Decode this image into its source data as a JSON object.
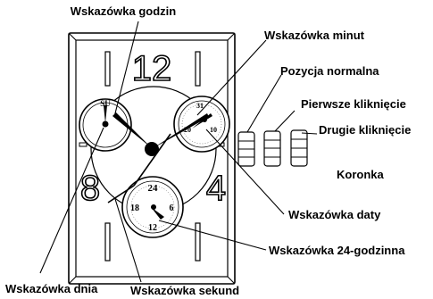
{
  "labels": {
    "hour_hand": "Wskazówka godzin",
    "minute_hand": "Wskazówka minut",
    "normal_position": "Pozycja normalna",
    "first_click": "Pierwsze kliknięcie",
    "second_click": "Drugie kliknięcie",
    "crown": "Koronka",
    "date_hand": "Wskazówka daty",
    "hand_24h": "Wskazówka 24-godzinna",
    "day_hand": "Wskazówka dnia",
    "second_hand": "Wskazówka sekund"
  },
  "dial": {
    "n12": "12",
    "n8": "8",
    "n4": "4"
  },
  "subdials": {
    "day": {
      "su": "SU"
    },
    "date": {
      "d31": "31",
      "d20": "20",
      "d10": "10"
    },
    "hour24": {
      "h24": "24",
      "h18": "18",
      "h6": "6",
      "h12": "12"
    }
  }
}
